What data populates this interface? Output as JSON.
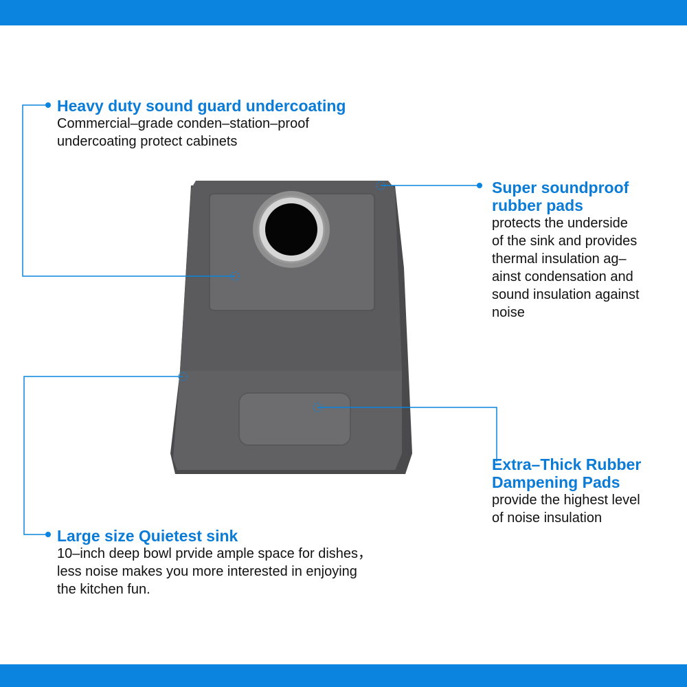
{
  "colors": {
    "brand_blue": "#0a84de",
    "title_blue": "#0a7bd6",
    "sink_gray": "#5a5a5c",
    "pad_gray": "#666668"
  },
  "callouts": [
    {
      "title": "Heavy duty sound guard undercoating",
      "lines": [
        "Commercial–grade conden–station–proof",
        "undercoating protect cabinets"
      ]
    },
    {
      "title_lines": [
        "Super soundproof",
        "rubber pads"
      ],
      "lines": [
        "protects the underside",
        "of the sink and provides",
        "thermal insulation ag–",
        "ainst condensation and",
        "sound insulation against",
        "noise"
      ]
    },
    {
      "title_lines": [
        "Extra–Thick Rubber",
        "Dampening Pads"
      ],
      "lines": [
        "provide the highest level",
        "of noise insulation"
      ]
    },
    {
      "title": "Large size Quietest sink",
      "lines": [
        "10–inch deep bowl prvide ample space for dishes，",
        "less noise makes you more interested in enjoying",
        "the kitchen fun."
      ]
    }
  ]
}
